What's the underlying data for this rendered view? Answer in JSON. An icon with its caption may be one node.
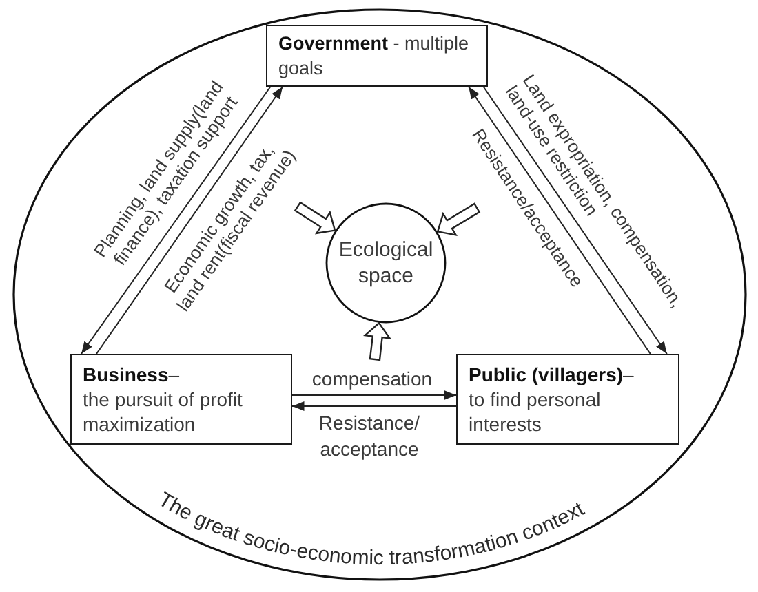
{
  "diagram": {
    "nodes": [
      {
        "text": [
          "The great socio-economic transformation context"
        ]
      },
      {
        "text": [
          "**Government** - multiple goals"
        ],
        "in": 0
      },
      {
        "text": [
          "Ecological space"
        ],
        "in": 0
      },
      {
        "text": [
          "**Business**–",
          "the pursuit of profit maximization"
        ],
        "in": 0
      },
      {
        "text": [
          "**Public (villagers)**–",
          "to find personal interests"
        ],
        "in": 0
      }
    ],
    "edges": [
      {
        "from": 1,
        "to": 3,
        "arrow": "to",
        "label": "Planning, land supply(land finance), taxation support"
      },
      {
        "from": 3,
        "to": 1,
        "arrow": "to",
        "label": "Economic growth, tax, land rent(fiscal revenue)"
      },
      {
        "from": 1,
        "to": 4,
        "arrow": "to",
        "label": "Land expropriation, compensation, land-use restriction"
      },
      {
        "from": 4,
        "to": 1,
        "arrow": "to",
        "label": "Resistance/acceptance"
      },
      {
        "from": 3,
        "to": 4,
        "arrow": "to",
        "label": "compensation"
      },
      {
        "from": 4,
        "to": 3,
        "arrow": "to",
        "label": "Resistance/ acceptance"
      },
      {
        "from": null,
        "to": 2,
        "arrow": "to",
        "style": "thick"
      },
      {
        "from": null,
        "to": 2,
        "arrow": "to",
        "style": "thick"
      },
      {
        "from": null,
        "to": 2,
        "arrow": "to",
        "style": "thick"
      }
    ]
  }
}
